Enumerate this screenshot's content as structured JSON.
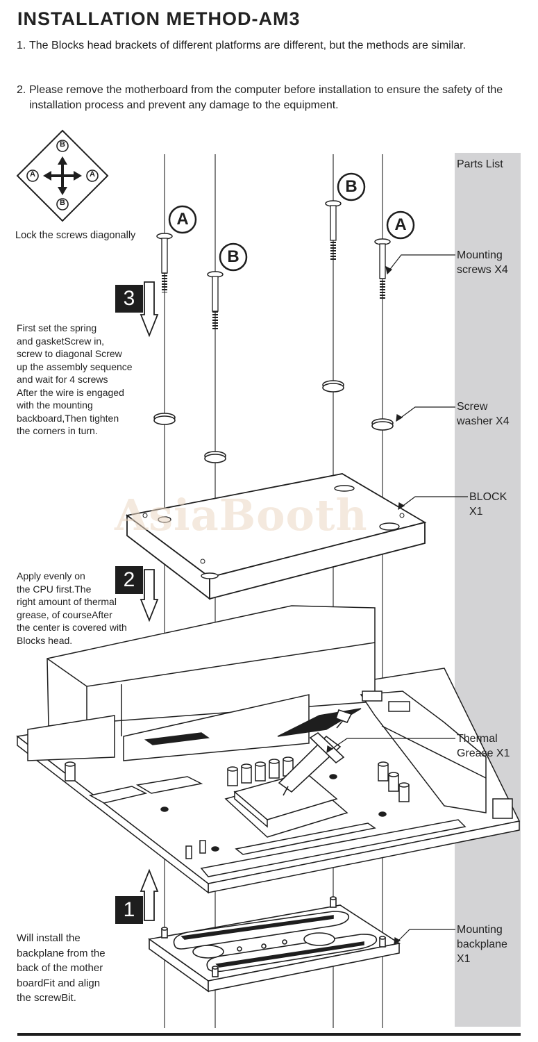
{
  "title": "INSTALLATION METHOD-AM3",
  "notes": [
    {
      "num": "1.",
      "text": "The Blocks head brackets of different platforms are different, but the methods are similar."
    },
    {
      "num": "2.",
      "text": "Please remove the motherboard from the computer before installation to ensure the safety of the installation process and prevent any damage to the equipment."
    }
  ],
  "diagonal_diagram": {
    "letter_a": "A",
    "letter_b": "B",
    "caption": "Lock the screws diagonally"
  },
  "screw_letters": {
    "s1": "A",
    "s2": "B",
    "s3": "B",
    "s4": "A"
  },
  "parts_list": {
    "heading": "Parts List",
    "items": [
      {
        "line1": "Mounting",
        "line2": "screws X4"
      },
      {
        "line1": "Screw",
        "line2": "washer X4"
      },
      {
        "line1": "BLOCK",
        "line2": "X1"
      },
      {
        "line1": "Thermal",
        "line2": "Grease X1"
      },
      {
        "line1": "Mounting",
        "line2": "backplane",
        "line3": "X1"
      }
    ]
  },
  "steps": [
    {
      "number": "3",
      "lines": [
        "First set the spring",
        "and gasketScrew in,",
        "screw to diagonal Screw",
        "up the assembly sequence",
        "and wait for 4 screws",
        "After the wire is engaged",
        "with the mounting",
        "backboard,Then tighten",
        "the corners in turn."
      ]
    },
    {
      "number": "2",
      "lines": [
        "Apply evenly on",
        "the CPU first.The",
        "right amount of thermal",
        "grease, of courseAfter",
        "the center is covered with",
        "Blocks  head."
      ]
    },
    {
      "number": "1",
      "lines": [
        "Will install the",
        "backplane from the",
        "back of the mother",
        "boardFit and align",
        "the screwBit."
      ]
    }
  ],
  "watermark": "AsiaBooth",
  "colors": {
    "ink": "#1e1e1e",
    "parts_bar": "#d3d3d5",
    "background": "#ffffff"
  }
}
